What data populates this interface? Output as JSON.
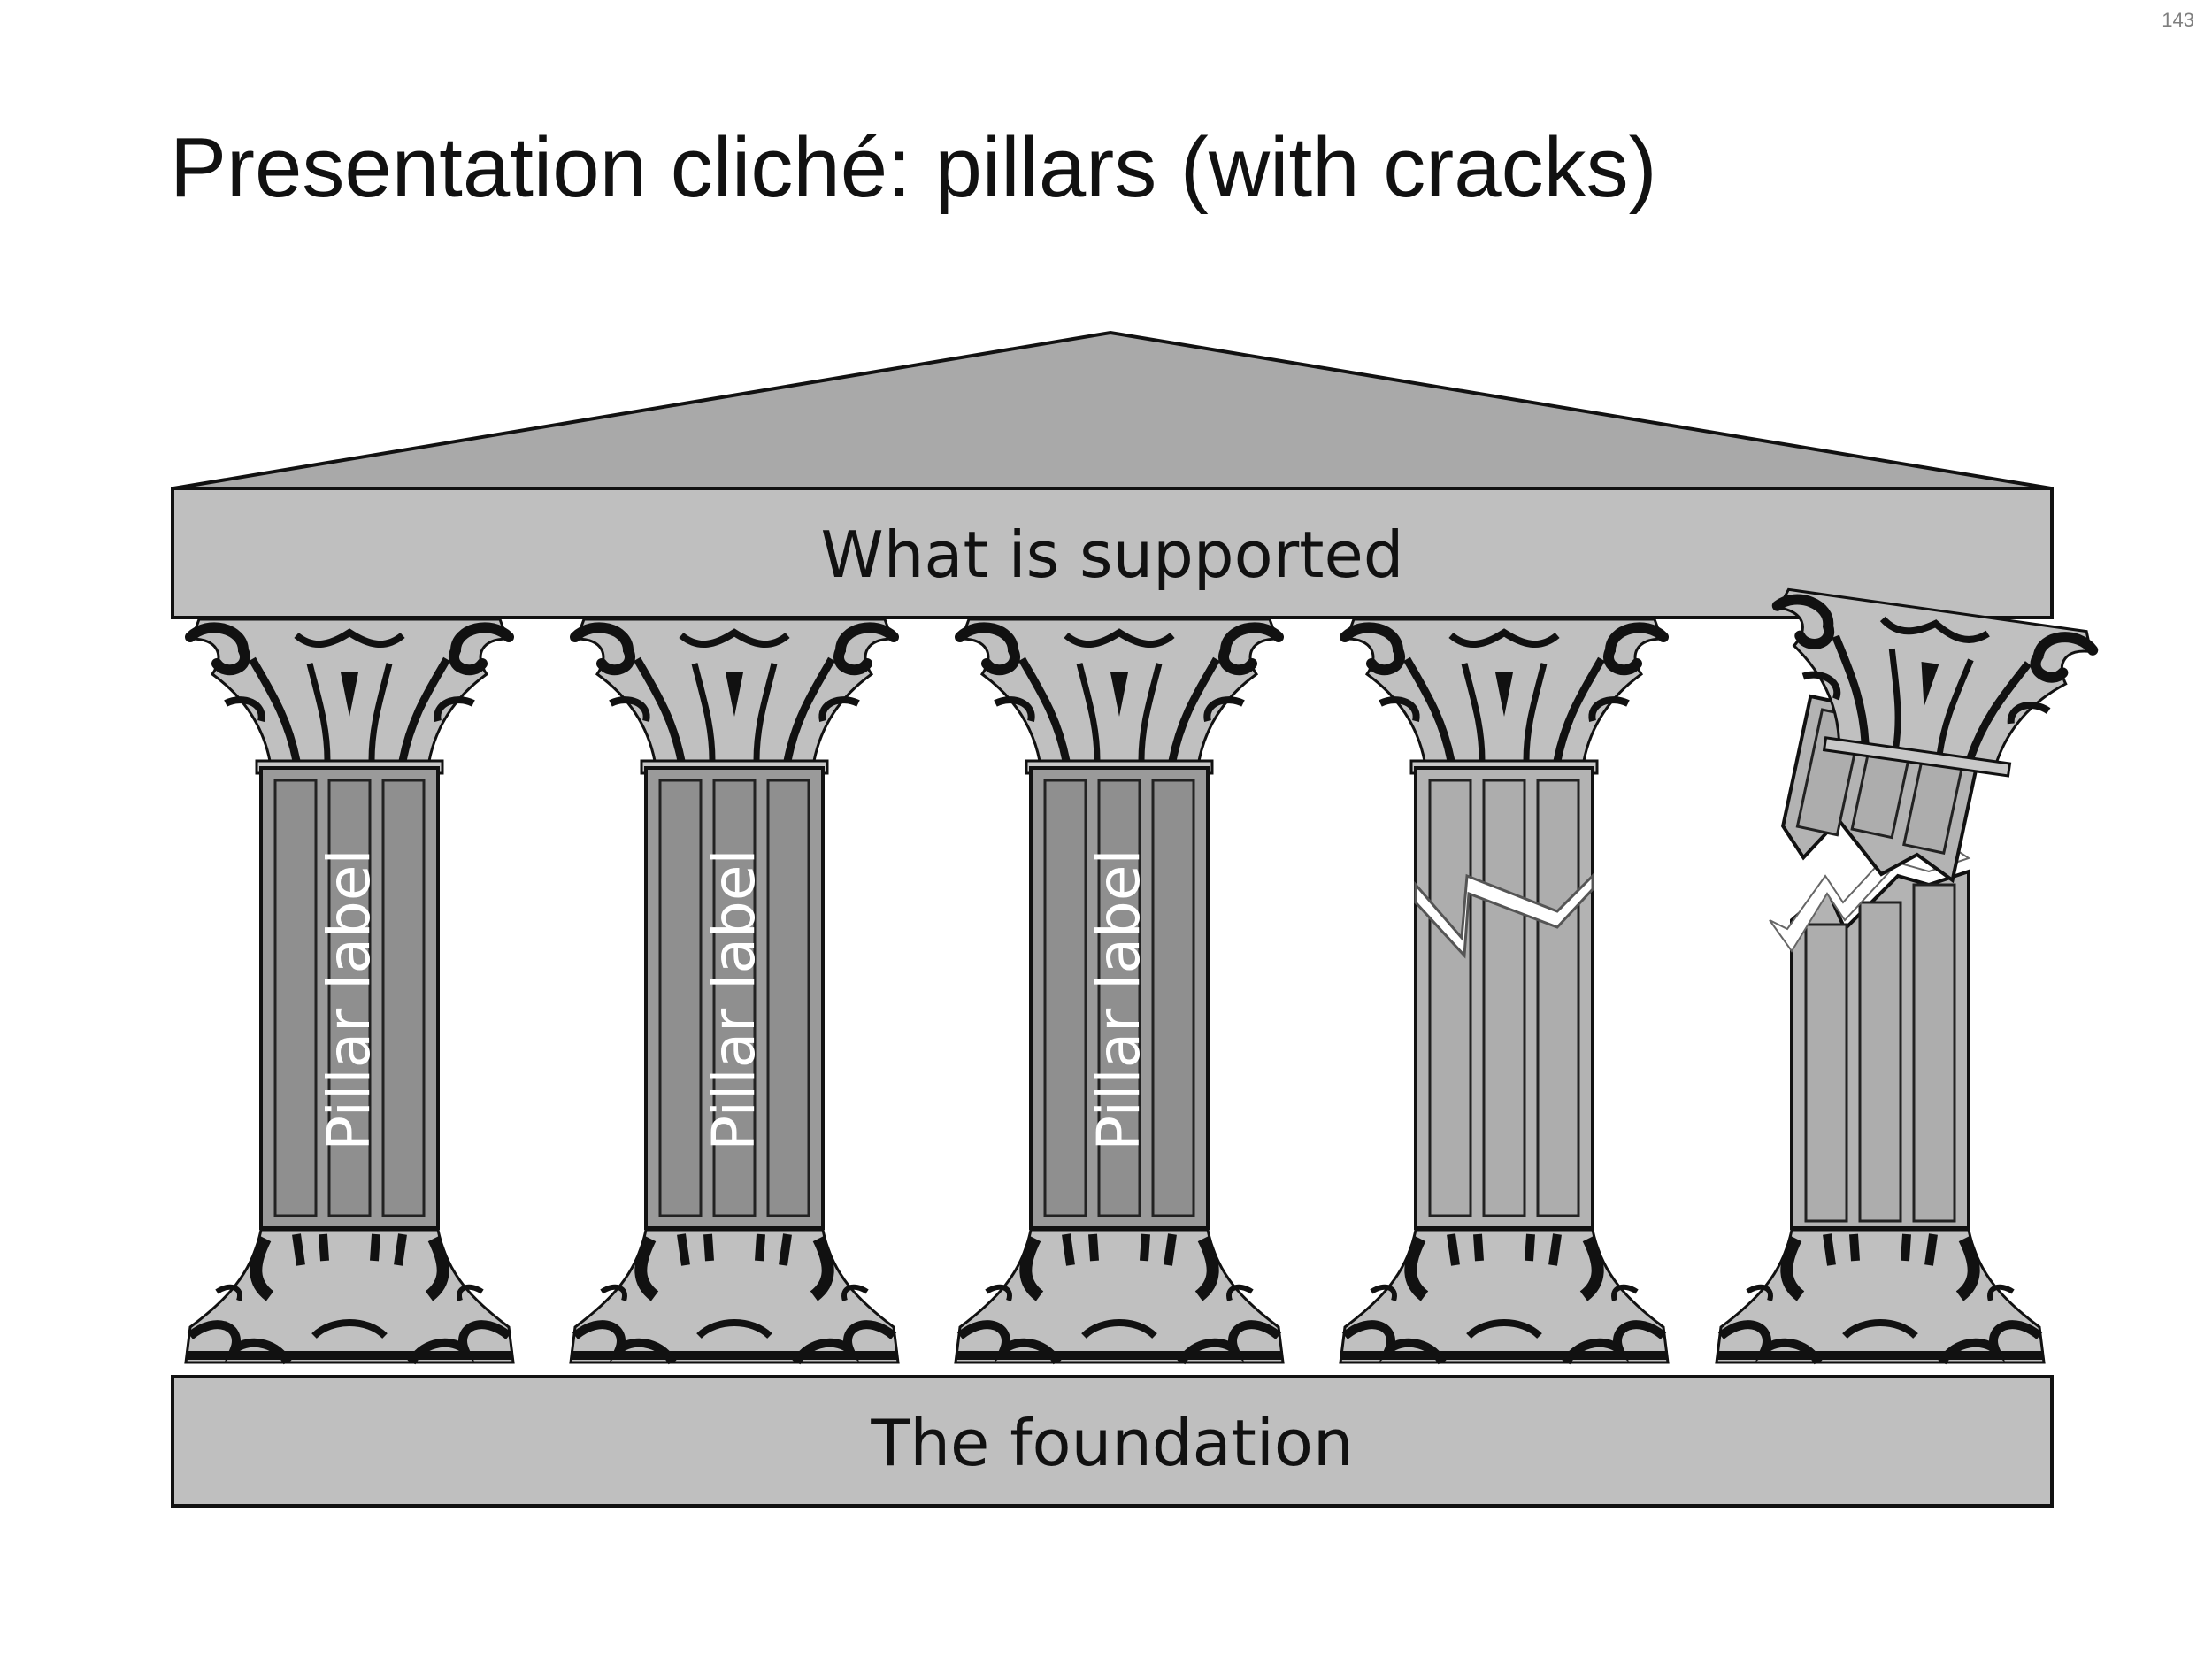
{
  "page_number": "143",
  "title": "Presentation cliché: pillars (with cracks)",
  "diagram": {
    "roof_label": "What is supported",
    "foundation_label": "The foundation",
    "pillars": [
      {
        "label": "Pillar label",
        "cracked": false
      },
      {
        "label": "Pillar label",
        "cracked": false
      },
      {
        "label": "Pillar label",
        "cracked": false
      },
      {
        "label": "",
        "cracked": true
      },
      {
        "label": "",
        "cracked": true
      }
    ]
  },
  "colors": {
    "pediment": "#a9a9a9",
    "beam": "#bfbfbf",
    "pillar_shaft": "#9a9a9a",
    "pillar_flute": "#8f8f8f",
    "cracked_shaft": "#b3b3b3",
    "ornament_dark": "#111111",
    "ornament_light": "#c0c0c0"
  }
}
